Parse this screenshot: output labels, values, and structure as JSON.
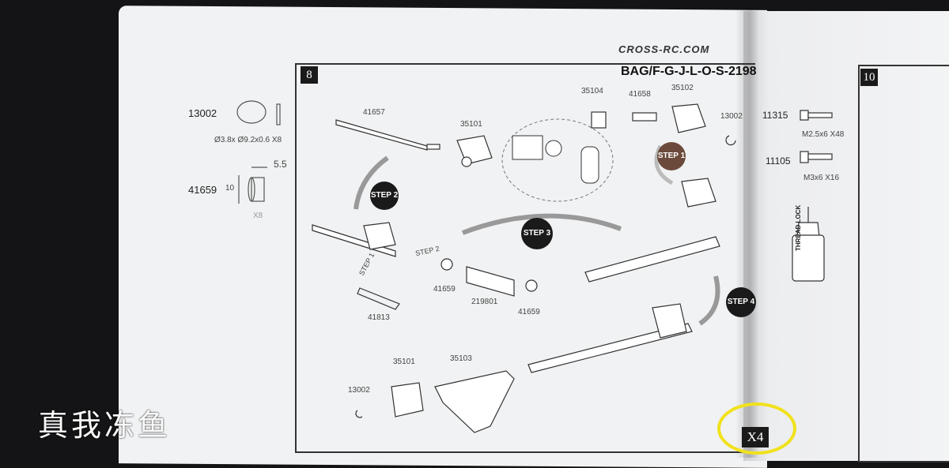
{
  "brand": "CROSS-RC.COM",
  "step_number": "8",
  "next_step_number": "10",
  "bag_label": "BAG/F-G-J-L-O-S-2198",
  "multiplier": "X4",
  "watermark": "真我冻鱼",
  "left_parts": {
    "clip_part": "13002",
    "clip_spec": "Ø3.8x Ø9.2x0.6 X8",
    "bushing_part": "41659",
    "bushing_dim_w": "5.5",
    "bushing_dim_h": "10",
    "bushing_qty": "X8"
  },
  "right_parts": {
    "screw1_part": "11315",
    "screw1_spec": "M2.5x6 X48",
    "screw2_part": "11105",
    "screw2_spec": "M3x6 X16",
    "thread_lock": "THREAD LOCK"
  },
  "labels": {
    "shaft": "41657",
    "mount_top": "35101",
    "part_35104": "35104",
    "part_41658": "41658",
    "part_35102": "35102",
    "clip_top": "13002",
    "bushing_a": "41659",
    "spring": "219801",
    "bushing_b": "41659",
    "pin": "41813",
    "mount_bottom": "35101",
    "arm": "35103",
    "clip_bottom": "13002"
  },
  "steps": {
    "step1_circle": "STEP 1",
    "step2_circle": "STEP 2",
    "step3_circle": "STEP 3",
    "step4_circle": "STEP 4",
    "step1_inline": "STEP 1",
    "step2_inline": "STEP 2"
  }
}
